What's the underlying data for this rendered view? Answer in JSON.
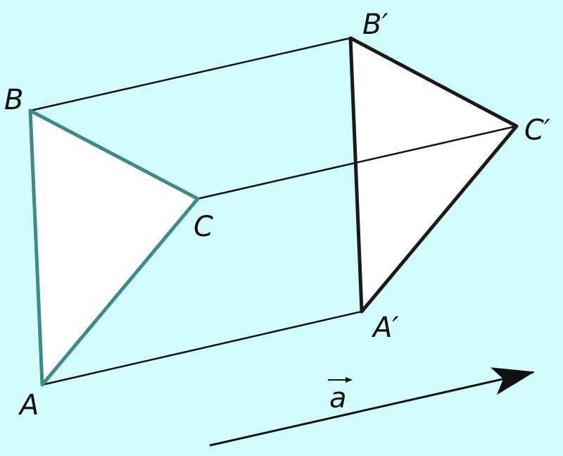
{
  "colors": {
    "background": "#d3fcfc",
    "triangle_fill": "#ffffff",
    "original_triangle_stroke": "#3d8a86",
    "image_triangle_stroke": "#1a1a1a",
    "edge_stroke": "#111111",
    "vector_stroke": "#111111"
  },
  "labels": {
    "A": "A",
    "B": "B",
    "C": "C",
    "A_prime": "A′",
    "B_prime": "B′",
    "C_prime": "C′",
    "vector_a": "a"
  }
}
